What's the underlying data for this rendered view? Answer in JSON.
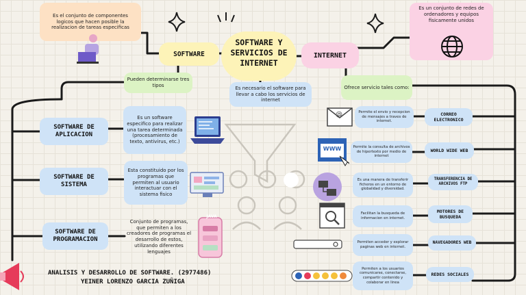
{
  "title": {
    "line1": "SOFTWARE Y",
    "line2": "SERVICIOS DE",
    "line3": "INTERNET"
  },
  "software": {
    "label": "SOFTWARE",
    "definition": "Es el conjunto de componentes logicos que hacen posible la realizacion de tareas especificas",
    "types_note": "Pueden determinarse tres tipos",
    "types": [
      {
        "label_l1": "SOFTWARE DE",
        "label_l2": "APLICACION",
        "desc": "Es un software especifico para realizar una tarea determinada (procesamiento de texto, antivirus, etc.)"
      },
      {
        "label_l1": "SOFTWARE DE",
        "label_l2": "SISTEMA",
        "desc": "Esta constituido por los programas que permiten al usuario interactuar con el sistema fisico"
      },
      {
        "label_l1": "SOFTWARE DE",
        "label_l2": "PROGRAMACION",
        "desc": "Conjunto de programas, que permiten a los creadores de programas el desarrollo de estos, utilizando diferentes lenguajes"
      }
    ]
  },
  "internet": {
    "label": "INTERNET",
    "definition": "Es un conjunto de redes de ordenadores y equipos fisicamente unidos",
    "necessary_note": "Es necesario el software para llevar a cabo los servicios de internet",
    "services_note": "Ofrece servicio tales como:",
    "services": [
      {
        "label_l1": "CORREO",
        "label_l2": "ELECTRONICO",
        "desc": "Permite el envio y recepcion de mensajes a traves de internet."
      },
      {
        "label_l1": "WORLD WIDE WEB",
        "label_l2": "",
        "desc": "Permite la consulta de archivos de hipertexto por medio de internet"
      },
      {
        "label_l1": "TRANSFERENCIA DE",
        "label_l2": "ARCHIVOS FTP",
        "desc": "Es una manera de transferir ficheros en un entorno de globalidad y diversidad."
      },
      {
        "label_l1": "MOTORES DE",
        "label_l2": "BUSQUEDA",
        "desc": "Facilitan la busqueda de informacion en internet."
      },
      {
        "label_l1": "NAVEGADORES WEB",
        "label_l2": "",
        "desc": "Permiten acceder y explorar paginas web en internet."
      },
      {
        "label_l1": "REDES SOCIALES",
        "label_l2": "",
        "desc": "Permiten a los usuarios comunicarse, conectarse, compartir contenido y colaborar en linea"
      }
    ]
  },
  "www_text": "WWW",
  "js_text": "JAVA",
  "author": {
    "line1": "ANALISIS Y DESARROLLO DE SOFTWARE. (2977486)",
    "line2": "YEINER LORENZO GARCIA ZUÑIGA"
  },
  "colors": {
    "blue_note": "#cfe3f7",
    "green_note": "#dcf3c4",
    "pink_note": "#fbd2e4",
    "peach_note": "#fde1c4",
    "yellow_note": "#fdf3b8",
    "line": "#1a1a1a"
  }
}
